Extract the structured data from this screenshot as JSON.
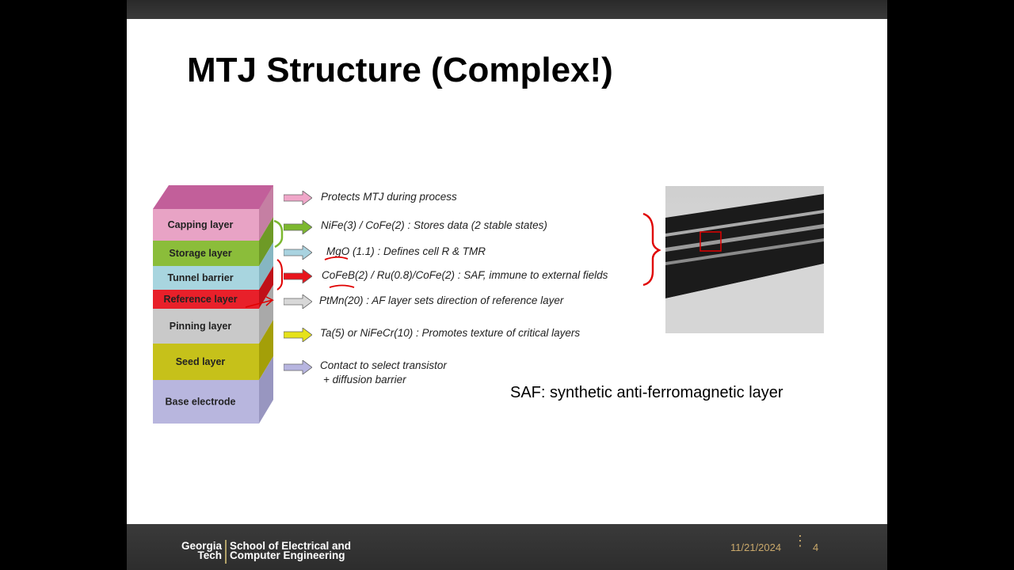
{
  "slide": {
    "title": "MTJ Structure (Complex!)",
    "saf_note": "SAF: synthetic anti-ferromagnetic layer"
  },
  "layers": [
    {
      "label": "Capping layer",
      "front": "#e8a3c5",
      "side": "#c57fa3"
    },
    {
      "label": "Storage layer",
      "front": "#8bbd3a",
      "side": "#6e9a26"
    },
    {
      "label": "Tunnel barrier",
      "front": "#a8d5df",
      "side": "#86b6c2"
    },
    {
      "label": "Reference layer",
      "front": "#e8202a",
      "side": "#c01018"
    },
    {
      "label": "Pinning layer",
      "front": "#c9c9c9",
      "side": "#a9a9a9"
    },
    {
      "label": "Seed layer",
      "front": "#c6c11a",
      "side": "#a49f08"
    },
    {
      "label": "Base electrode",
      "front": "#b8b6de",
      "side": "#9896c0"
    }
  ],
  "descriptions": [
    {
      "text": "Protects MTJ during process",
      "arrow_color": "#f0a7c9"
    },
    {
      "text": "NiFe(3) / CoFe(2) : Stores data (2 stable states)",
      "arrow_color": "#7cb82f"
    },
    {
      "text": "MgO (1.1) : Defines cell R & TMR",
      "arrow_color": "#a9d3e0"
    },
    {
      "text": "CoFeB(2) / Ru(0.8)/CoFe(2) : SAF, immune to external fields",
      "arrow_color": "#e8141c"
    },
    {
      "text": "PtMn(20) : AF layer sets direction of reference layer",
      "arrow_color": "#d8d8d8"
    },
    {
      "text": "Ta(5) or NiFeCr(10) : Promotes texture of critical layers",
      "arrow_color": "#e6e21a"
    },
    {
      "text": "Contact to select transistor",
      "text2": "+ diffusion barrier",
      "arrow_color": "#b7b5e0"
    }
  ],
  "footer": {
    "logo_line1": "Georgia",
    "logo_line2": "Tech",
    "school_line1": "School of Electrical and",
    "school_line2": "Computer Engineering",
    "date": "11/21/2024",
    "separator": "⋮",
    "page": "4"
  },
  "colors": {
    "annotation_red": "#e00000",
    "footer_accent": "#c9a86b"
  }
}
